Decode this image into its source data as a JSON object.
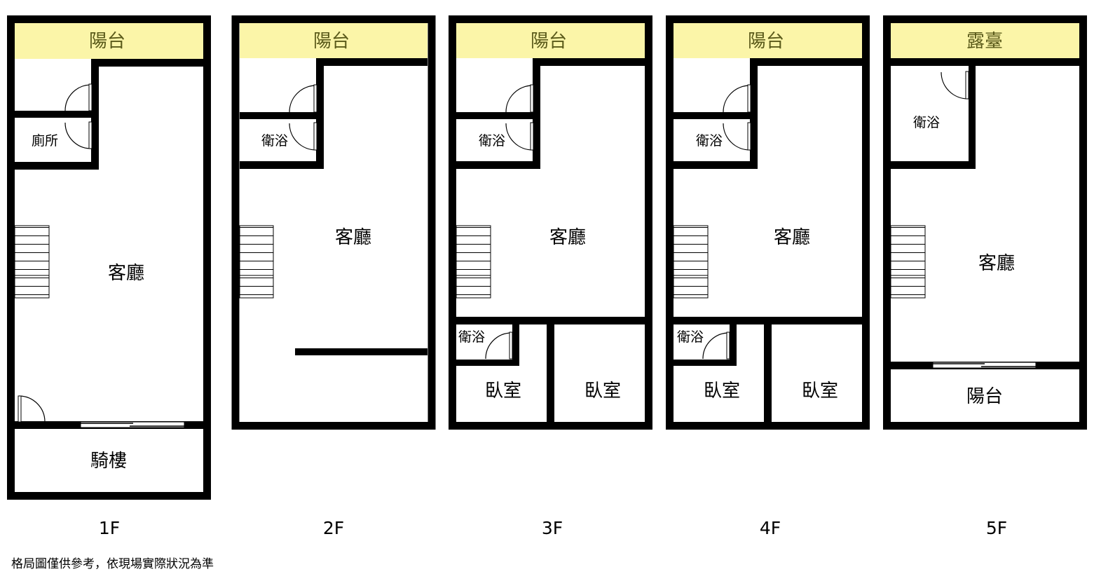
{
  "floors": [
    {
      "floor_label": "1F",
      "balcony_label": "陽台",
      "toilet_label": "廁所",
      "living_label": "客廳",
      "arcade_label": "騎樓"
    },
    {
      "floor_label": "2F",
      "balcony_label": "陽台",
      "bath_label": "衛浴",
      "living_label": "客廳"
    },
    {
      "floor_label": "3F",
      "balcony_label": "陽台",
      "bath_label": "衛浴",
      "living_label": "客廳",
      "bath2_label": "衛浴",
      "bedroom1_label": "臥室",
      "bedroom2_label": "臥室"
    },
    {
      "floor_label": "4F",
      "balcony_label": "陽台",
      "bath_label": "衛浴",
      "living_label": "客廳",
      "bath2_label": "衛浴",
      "bedroom1_label": "臥室",
      "bedroom2_label": "臥室"
    },
    {
      "floor_label": "5F",
      "terrace_label": "露臺",
      "bath_label": "衛浴",
      "living_label": "客廳",
      "balcony_label": "陽台"
    }
  ],
  "disclaimer": "格局圖僅供參考，依現場實際狀況為準",
  "colors": {
    "wall": "#000000",
    "balcony_fill": "#fbf5a8"
  }
}
